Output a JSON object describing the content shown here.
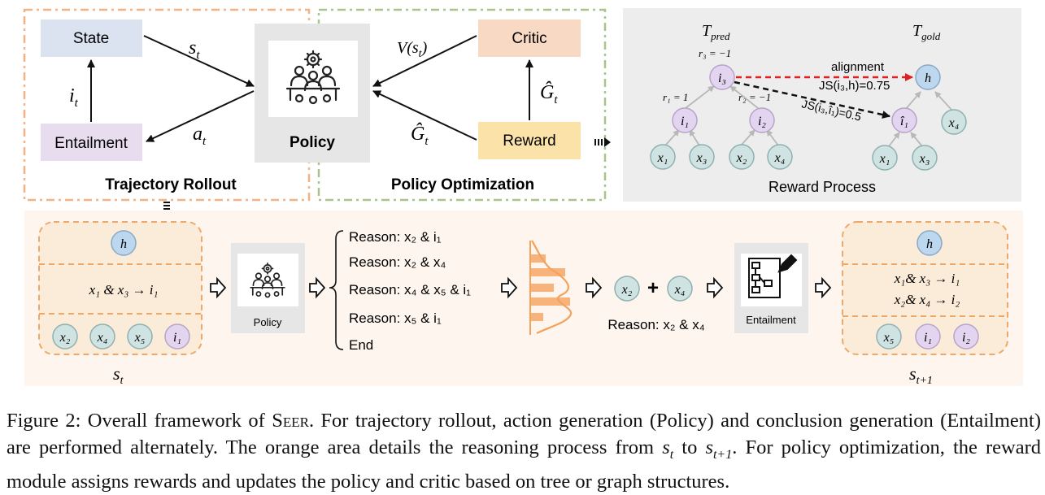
{
  "trajectory": {
    "state_label": "State",
    "entailment_label": "Entailment",
    "section_title": "Trajectory Rollout",
    "edge_s": "s",
    "edge_s_sub": "t",
    "edge_i": "i",
    "edge_i_sub": "t",
    "edge_a": "a",
    "edge_a_sub": "t"
  },
  "policy_center": {
    "label": "Policy"
  },
  "optimization": {
    "critic_label": "Critic",
    "reward_label": "Reward",
    "section_title": "Policy Optimization",
    "edge_v": "V(s",
    "edge_v_sub": "t",
    "edge_v_close": ")",
    "edge_g_hat": "Ĝ",
    "edge_g_sub": "t"
  },
  "reward_process": {
    "t_pred": "T",
    "t_pred_sub": "pred",
    "t_gold": "T",
    "t_gold_sub": "gold",
    "r3": "r₃ = −1",
    "r1": "r₁ = 1",
    "r2": "r₂ = −1",
    "alignment": "alignment",
    "js1": "JS(i₃,h)=0.75",
    "js2": "JS(i₃,î₁)=0.5",
    "title": "Reward Process",
    "pred_nodes": {
      "i3": "i₃",
      "i1": "i₁",
      "i2": "i₂",
      "x1": "x₁",
      "x3": "x₃",
      "x2": "x₂",
      "x4": "x₄"
    },
    "gold_nodes": {
      "h": "h",
      "i1hat": "î₁",
      "x4": "x₄",
      "x1": "x₁",
      "x3": "x₃"
    }
  },
  "detail": {
    "state_h": "h",
    "state_rule": "x₁ & x₃ → i₁",
    "state_nodes": [
      "x₂",
      "x₄",
      "x₅",
      "i₁"
    ],
    "state_caption": "s",
    "state_caption_sub": "t",
    "policy_label": "Policy",
    "reasons": [
      "Reason: x₂ & i₁",
      "Reason: x₂ & x₄",
      "Reason: x₄ & x₅ & i₁",
      "Reason: x₅ & i₁",
      "End"
    ],
    "sel_node_1": "x₂",
    "sel_plus": "+",
    "sel_node_2": "x₄",
    "sel_caption": "Reason: x₂ & x₄",
    "entail_label": "Entailment",
    "next_h": "h",
    "next_rule_1": "x₁& x₃ → i₁",
    "next_rule_2": "x₂& x₄ → i₂",
    "next_nodes": [
      "x₅",
      "i₁",
      "i₂"
    ],
    "next_caption": "s",
    "next_caption_sub": "t+1"
  },
  "caption": {
    "prefix": "Figure 2: Overall framework of ",
    "name": "Seer",
    "text1": ". For trajectory rollout, action generation (Policy) and conclusion generation (Entailment) are performed alternately. The orange area details the reasoning process from ",
    "s1": "s",
    "s1_sub": "t",
    "mid": " to ",
    "s2": "s",
    "s2_sub": "t+1",
    "text2": ". For policy optimization, the reward module assigns rewards and updates the policy and critic based on tree or graph structures."
  },
  "colors": {
    "state_blue": "#dbe3f0",
    "entail_purple": "#e8dcef",
    "critic_orange": "#f8d9c4",
    "reward_yellow": "#fbe2a8",
    "node_blue": "#bdd7ee",
    "node_teal": "#cfe3e3",
    "node_purple": "#e3d5ef",
    "orange_dash": "#f4b183",
    "green_dash": "#a9c48a",
    "gray_panel": "#ededed",
    "detail_bg": "#fdf5ee"
  }
}
